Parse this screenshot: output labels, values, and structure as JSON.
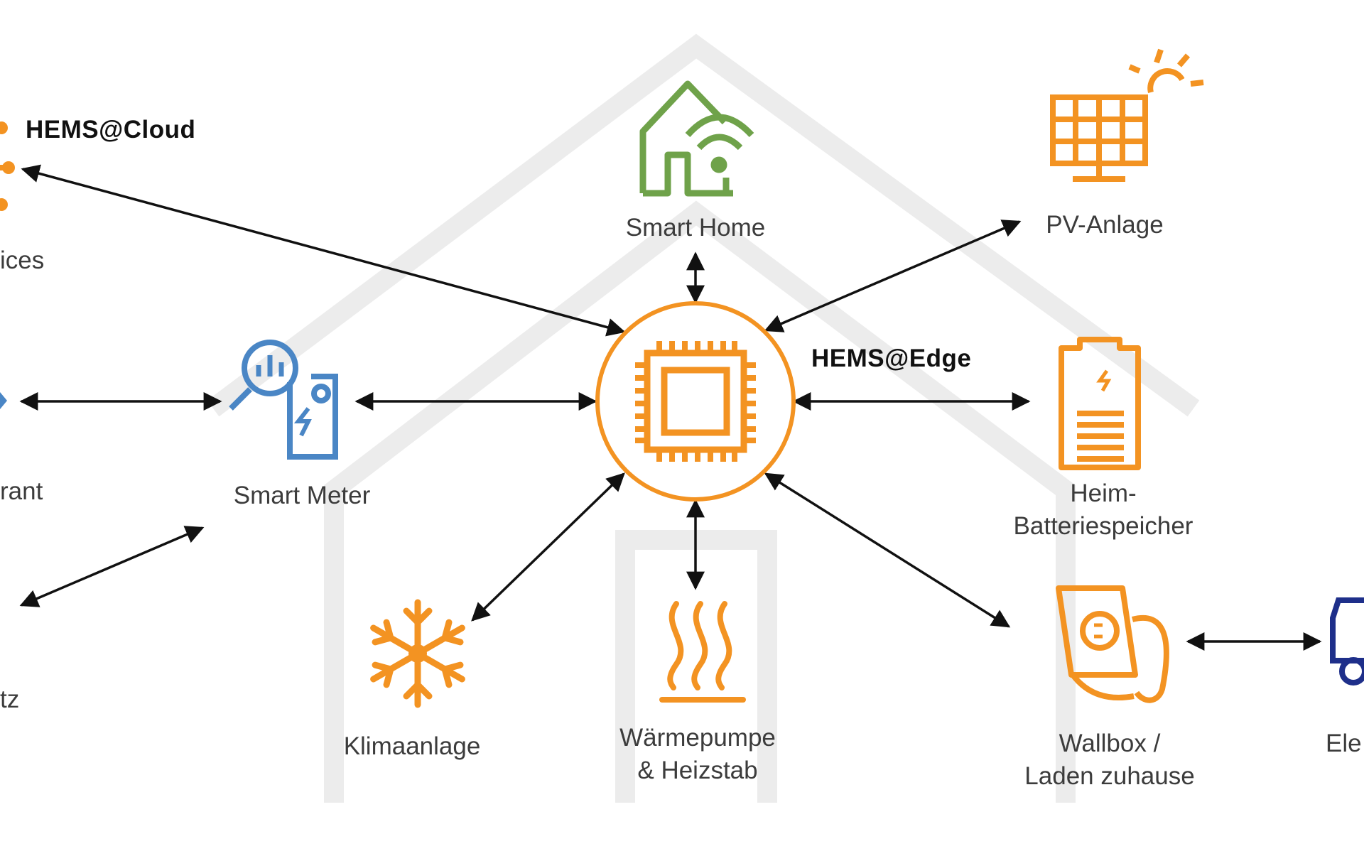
{
  "colors": {
    "accent": "#F39322",
    "green": "#6FA24A",
    "blue": "#4A86C5",
    "navy": "#1E2F8A",
    "arrow": "#111111",
    "house_outline": "#EDEDED"
  },
  "hub": {
    "label": "HEMS@Edge",
    "icon": "cpu-chip-icon"
  },
  "cloud": {
    "label": "HEMS@Cloud",
    "services_label_partial": "ices",
    "icon": "cloud-network-icon"
  },
  "left_nodes": {
    "market_partial": "rant",
    "grid_partial": "tz"
  },
  "nodes": {
    "smart_home": {
      "label": "Smart Home",
      "icon": "smart-home-wifi-icon"
    },
    "pv": {
      "label": "PV-Anlage",
      "icon": "solar-panel-icon"
    },
    "smart_meter": {
      "label": "Smart Meter",
      "icon": "smart-meter-icon"
    },
    "battery": {
      "label_line1": "Heim-",
      "label_line2": "Batteriespeicher",
      "icon": "battery-icon"
    },
    "klima": {
      "label": "Klimaanlage",
      "icon": "snowflake-icon"
    },
    "heat": {
      "label_line1": "Wärmepumpe",
      "label_line2": "& Heizstab",
      "icon": "heat-waves-icon"
    },
    "wallbox": {
      "label_line1": "Wallbox /",
      "label_line2": "Laden zuhause",
      "icon": "wallbox-charger-icon"
    },
    "ev": {
      "label_partial": "Ele",
      "icon": "electric-car-icon"
    }
  }
}
